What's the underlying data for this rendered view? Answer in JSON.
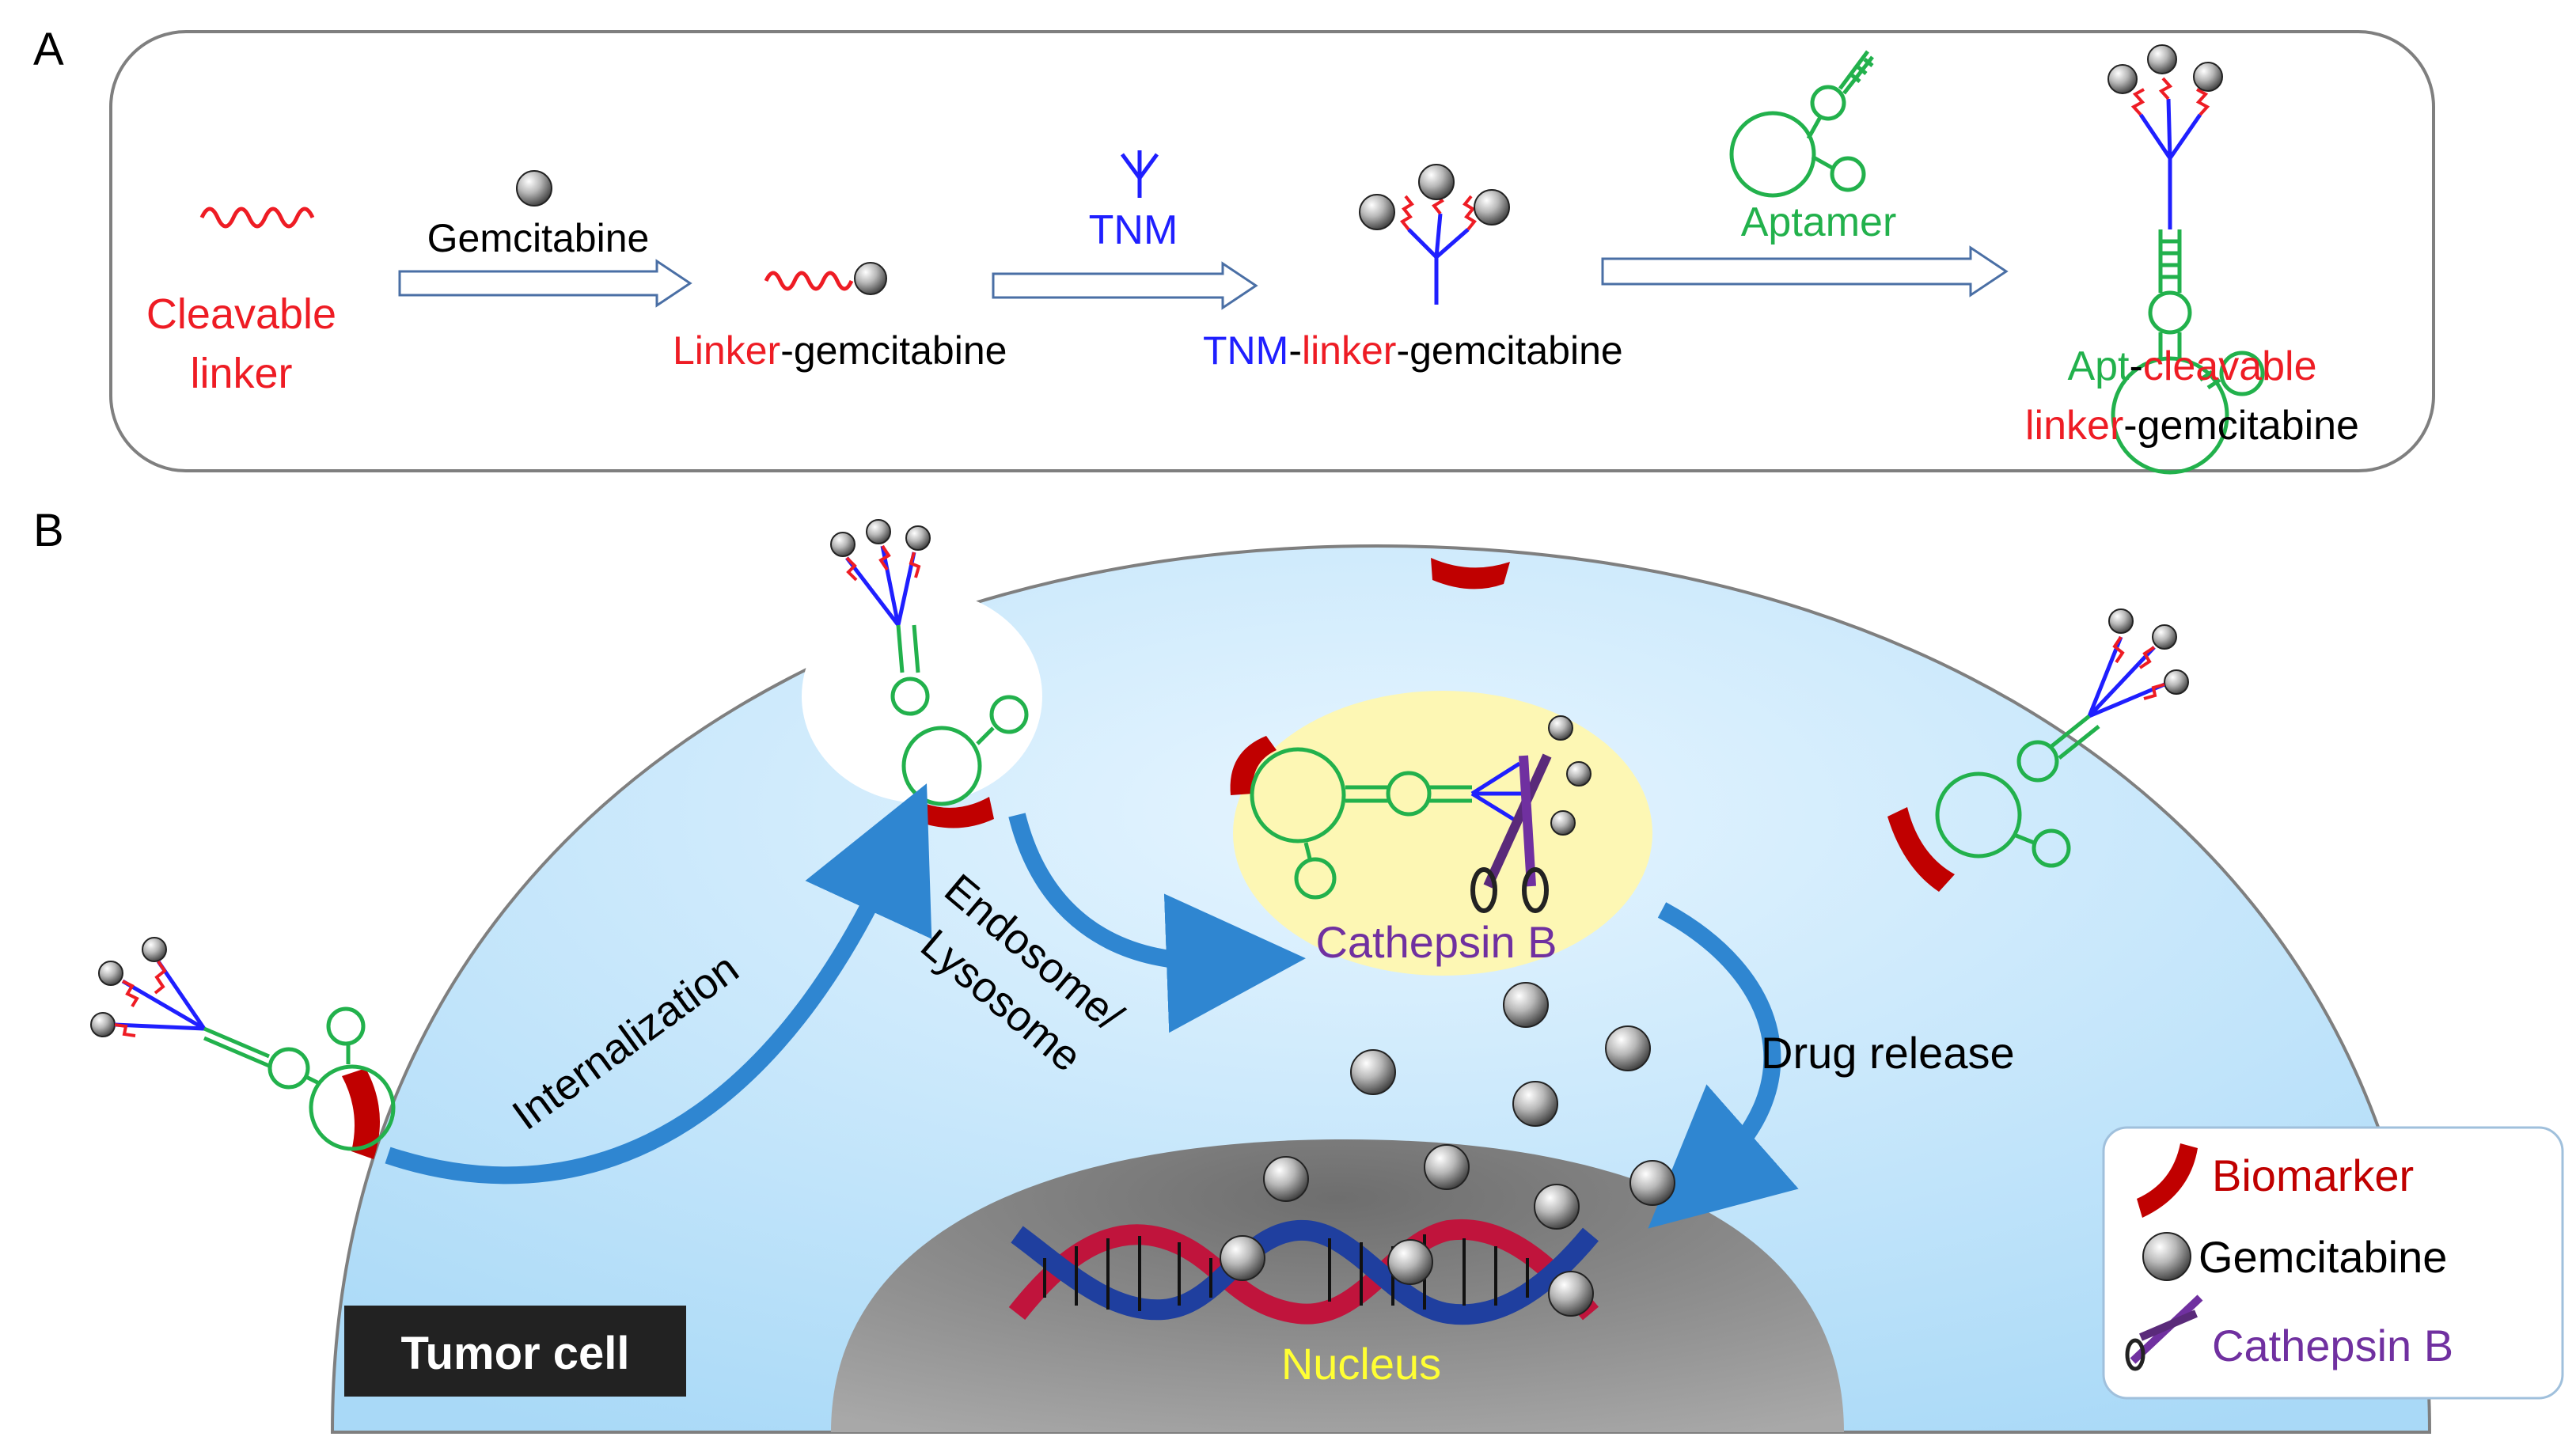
{
  "panel_a": {
    "letter": "A",
    "linker_line1": "Cleavable",
    "linker_line2": "linker",
    "gemcitabine": "Gemcitabine",
    "linker_gem_red": "Linker",
    "linker_gem_black": "-gemcitabine",
    "tnm": "TNM",
    "tnm_label_blue": "TNM",
    "tnm_label_sep": "-",
    "tnm_label_red": "linker",
    "tnm_label_black": "-gemcitabine",
    "aptamer": "Aptamer",
    "final_green": "Apt",
    "final_sep": "-",
    "final_red1": "cleavable",
    "final_red2": "linker",
    "final_black": "-gemcitabine"
  },
  "panel_b": {
    "letter": "B",
    "internalization": "Internalization",
    "endosome_line1": "Endosome/",
    "endosome_line2": "Lysosome",
    "cathepsin": "Cathepsin B",
    "drug_release": "Drug release",
    "nucleus": "Nucleus",
    "tumor_cell": "Tumor cell"
  },
  "legend": {
    "biomarker": "Biomarker",
    "gemcitabine": "Gemcitabine",
    "cathepsin": "Cathepsin B"
  },
  "colors": {
    "red_text": "#ee1c24",
    "green": "#22b14c",
    "blue": "#1f1fff",
    "purple": "#7030a0",
    "biomarker": "#c00000",
    "cell": "#bfe3fb",
    "nucleus": "#8c8c8c",
    "vesicle": "#fefbb8",
    "arrow_blue": "#1f6fbf",
    "nucleus_text": "#ffff33"
  }
}
